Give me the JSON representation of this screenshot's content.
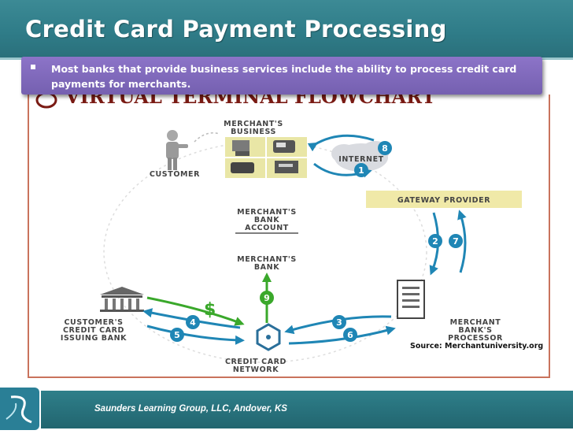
{
  "slide": {
    "title": "Credit Card Payment Processing",
    "bullet": "Most banks that provide business services include the ability to process credit card payments for merchants."
  },
  "flowchart": {
    "heading": "VIRTUAL TERMINAL FLOWCHART",
    "nodes": {
      "customer": "CUSTOMER",
      "merchant_business": [
        "MERCHANT'S",
        "BUSINESS"
      ],
      "internet": "INTERNET",
      "gateway": "GATEWAY PROVIDER",
      "merchant_account": [
        "MERCHANT'S",
        "BANK",
        "ACCOUNT"
      ],
      "merchant_bank": [
        "MERCHANT'S",
        "BANK"
      ],
      "issuing_bank": [
        "CUSTOMER'S",
        "CREDIT CARD",
        "ISSUING BANK"
      ],
      "network": [
        "CREDIT CARD",
        "NETWORK"
      ],
      "processor": [
        "MERCHANT",
        "BANK'S",
        "PROCESSOR"
      ]
    },
    "steps": [
      "1",
      "2",
      "3",
      "4",
      "5",
      "6",
      "7",
      "8",
      "9"
    ],
    "dollar": "$",
    "colors": {
      "arrow": "#1f86b5",
      "green": "#3aa82b",
      "gateway_bg": "#f0e9a8",
      "frame": "#c9735c"
    }
  },
  "source": "Source: Merchantuniversity.org",
  "footer": {
    "text": "Saunders Learning Group, LLC, Andover, KS",
    "logo": "slg-logo-icon"
  }
}
